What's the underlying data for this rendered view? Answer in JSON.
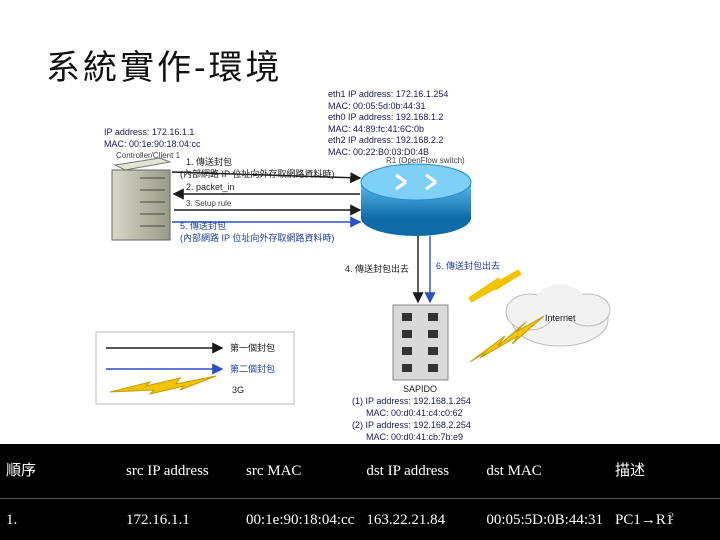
{
  "title": "系統實作-環境",
  "router": {
    "eth1_ip": "eth1 IP address: 172.16.1.254",
    "eth1_mac": "MAC: 00:05:5d:0b:44:31",
    "eth0_ip": "eth0 IP address: 192.168.1.2",
    "eth0_mac": "MAC: 44:89:fc:41:6C:0b",
    "eth2_ip": "eth2 IP address: 192.168.2.2",
    "eth2_mac": "MAC: 00:22:B0:03:D0:4B",
    "name": "R1 (OpenFlow switch)"
  },
  "controller": {
    "ip": "IP address: 172.16.1.1",
    "mac": "MAC: 00:1e:90:18:04:cc",
    "name": "Controller/Client 1"
  },
  "steps": {
    "s1a": "1. 傳送封包",
    "s1b": "(內部網路 IP 位址向外存取網路資料時)",
    "s2": "2. packet_in",
    "s3": "3. Setup rule",
    "s5a": "5. 傳送封包",
    "s5b": "(內部網路 IP 位址向外存取網路資料時)",
    "s4": "4. 傳送封包出去",
    "s6": "6. 傳送封包出去"
  },
  "internet": "Internet",
  "legend": {
    "first": "第一個封包",
    "second": "第二個封包",
    "threeg": "3G"
  },
  "sapido": {
    "name": "SAPIDO",
    "ip1": "(1) IP address: 192.168.1.254",
    "mac1": "MAC: 00:d0:41:c4:c0:62",
    "ip2": "(2) IP address: 192.168.2.254",
    "mac2": "MAC: 00:d0:41:cb:7b:e9"
  },
  "table": {
    "headers": [
      "順序",
      "src IP address",
      "src MAC",
      "dst IP address",
      "dst MAC",
      "描述"
    ],
    "row": [
      "1.",
      "172.16.1.1",
      "00:1e:90:18:04:cc",
      "163.22.21.84",
      "00:05:5D:0B:44:31",
      "PC1→R1"
    ]
  },
  "page_number": "2",
  "colors": {
    "first_packet": "#1a1a1a",
    "second_packet": "#2a4fc8",
    "link_3g": "#f2c400",
    "router_blue": "#1e8fd0"
  }
}
